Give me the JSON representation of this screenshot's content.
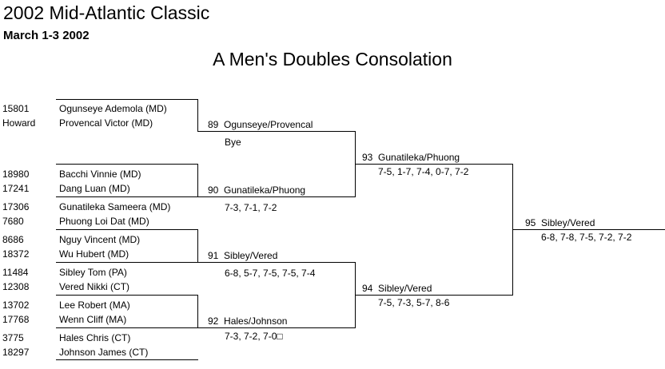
{
  "header": {
    "title": "2002 Mid-Atlantic Classic",
    "dates": "March 1-3 2002",
    "event": "A Men's Doubles Consolation"
  },
  "entries": [
    {
      "seed": "15801",
      "name": "Ogunseye Ademola (MD)"
    },
    {
      "seed": "Howard",
      "name": "Provencal Victor (MD)"
    },
    {
      "seed": "18980",
      "name": "Bacchi Vinnie (MD)"
    },
    {
      "seed": "17241",
      "name": "Dang Luan (MD)"
    },
    {
      "seed": "17306",
      "name": "Gunatileka Sameera (MD)"
    },
    {
      "seed": "7680",
      "name": "Phuong Loi Dat (MD)"
    },
    {
      "seed": "8686",
      "name": "Nguy Vincent (MD)"
    },
    {
      "seed": "18372",
      "name": "Wu Hubert (MD)"
    },
    {
      "seed": "11484",
      "name": "Sibley Tom (PA)"
    },
    {
      "seed": "12308",
      "name": "Vered Nikki (CT)"
    },
    {
      "seed": "13702",
      "name": "Lee Robert (MA)"
    },
    {
      "seed": "17768",
      "name": "Wenn Cliff (MA)"
    },
    {
      "seed": "3775",
      "name": "Hales Chris (CT)"
    },
    {
      "seed": "18297",
      "name": "Johnson James (CT)"
    }
  ],
  "round2": [
    {
      "match": "89",
      "winner": "Ogunseye/Provencal",
      "score": "Bye"
    },
    {
      "match": "90",
      "winner": "Gunatileka/Phuong",
      "score": "7-3, 7-1, 7-2"
    },
    {
      "match": "91",
      "winner": "Sibley/Vered",
      "score": "6-8, 5-7, 7-5, 7-5, 7-4"
    },
    {
      "match": "92",
      "winner": "Hales/Johnson",
      "score": "7-3, 7-2, 7-0□"
    }
  ],
  "round3": [
    {
      "match": "93",
      "winner": "Gunatileka/Phuong",
      "score": "7-5, 1-7, 7-4, 0-7, 7-2"
    },
    {
      "match": "94",
      "winner": "Sibley/Vered",
      "score": "7-5, 7-3, 5-7, 8-6"
    }
  ],
  "final": {
    "match": "95",
    "winner": "Sibley/Vered",
    "score": "6-8, 7-8, 7-5, 7-2, 7-2"
  }
}
